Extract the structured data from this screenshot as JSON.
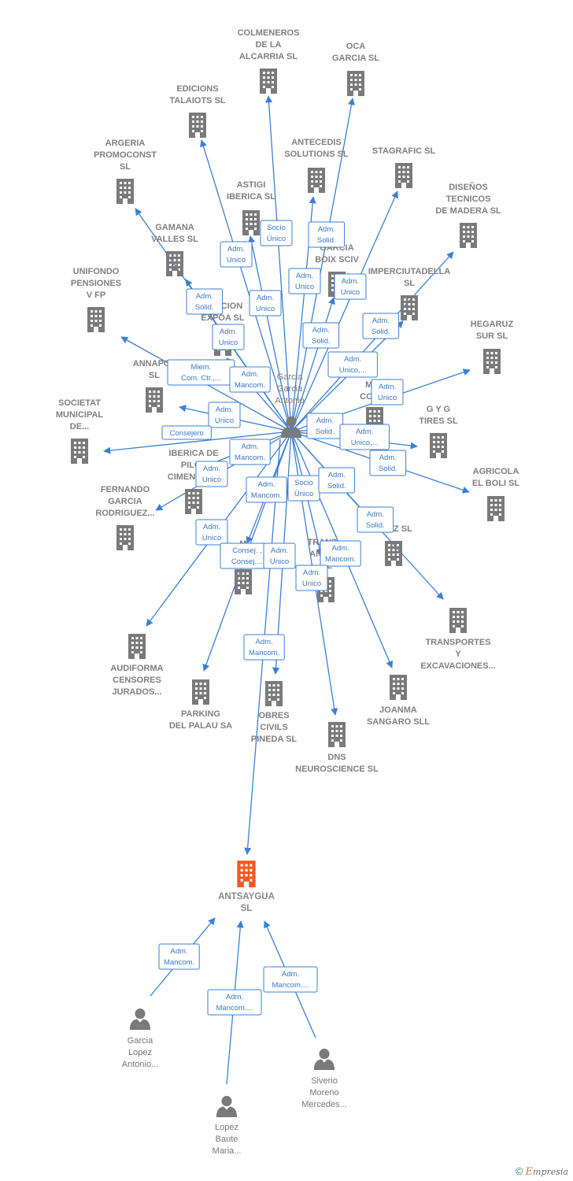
{
  "colors": {
    "edge": "#3b80d8",
    "building": "#7a7a7a",
    "target": "#f05a22",
    "person": "#7a7a7a",
    "label": "#808080"
  },
  "center": {
    "label": [
      "Garcia",
      "Garcia",
      "Antonio"
    ]
  },
  "target": {
    "label": [
      "ANTSAYGUA",
      "SL"
    ],
    "icon": "building-icon"
  },
  "companies": [
    {
      "id": "colmeneros",
      "label": [
        "COLMENEROS",
        "DE LA",
        "ALCARRIA  SL"
      ]
    },
    {
      "id": "oca",
      "label": [
        "OCA",
        "GARCIA  SL"
      ]
    },
    {
      "id": "edicions",
      "label": [
        "EDICIONS",
        "TALAIOTS SL"
      ]
    },
    {
      "id": "argeria",
      "label": [
        "ARGERIA",
        "PROMOCONST",
        "SL"
      ]
    },
    {
      "id": "antecedis",
      "label": [
        "ANTECEDIS",
        "SOLUTIONS SL"
      ]
    },
    {
      "id": "stagrafic",
      "label": [
        "STAGRAFIC  SL"
      ]
    },
    {
      "id": "disenos",
      "label": [
        "DISEÑOS",
        "TECNICOS",
        "DE MADERA SL"
      ]
    },
    {
      "id": "astigi",
      "label": [
        "ASTIGI",
        "IBERICA SL"
      ]
    },
    {
      "id": "gamana",
      "label": [
        "GAMANA",
        "VALLES SL"
      ]
    },
    {
      "id": "garcia_boix",
      "label": [
        "GARCIA",
        "BOIX SCIV"
      ]
    },
    {
      "id": "imperciutadella",
      "label": [
        "IMPERCIUTADELLA",
        "SL"
      ]
    },
    {
      "id": "unifondo",
      "label": [
        "UNIFONDO",
        "PENSIONES",
        "V FP"
      ]
    },
    {
      "id": "promocion",
      "label": [
        "P...ACION",
        "EXPOA SL"
      ]
    },
    {
      "id": "hegaruz",
      "label": [
        "HEGARUZ",
        "SUR  SL"
      ]
    },
    {
      "id": "annapol",
      "label": [
        "ANNAPOL",
        "SL"
      ]
    },
    {
      "id": "mi_costa",
      "label": [
        "MI O",
        "COSTA"
      ]
    },
    {
      "id": "gyg",
      "label": [
        "G Y G",
        "TIRES SL"
      ]
    },
    {
      "id": "societat",
      "label": [
        "SOCIETAT",
        "MUNICIPAL",
        "DE..."
      ]
    },
    {
      "id": "iberica_pilot",
      "label": [
        "IBERICA DE",
        "PILOT",
        "CIMENTAC..."
      ]
    },
    {
      "id": "agricola",
      "label": [
        "AGRICOLA",
        "EL BOLI  SL"
      ]
    },
    {
      "id": "fernando",
      "label": [
        "FERNANDO",
        "GARCIA",
        "RODRIGUEZ..."
      ]
    },
    {
      "id": "lopez",
      "label": [
        "...PEZ  SL"
      ]
    },
    {
      "id": "m_company",
      "label": [
        "M"
      ]
    },
    {
      "id": "transportes_anga",
      "label": [
        "TRANS...",
        "ANGA...",
        "...L"
      ]
    },
    {
      "id": "transportes_exc",
      "label": [
        "TRANSPORTES",
        "Y",
        "EXCAVACIONES..."
      ]
    },
    {
      "id": "audiforma",
      "label": [
        "AUDIFORMA",
        "CENSORES",
        "JURADOS..."
      ]
    },
    {
      "id": "joanma",
      "label": [
        "JOANMA",
        "SANGARO SLL"
      ]
    },
    {
      "id": "parking",
      "label": [
        "PARKING",
        "DEL PALAU SA"
      ]
    },
    {
      "id": "obres",
      "label": [
        "OBRES",
        "CIVILS",
        "PINEDA SL"
      ]
    },
    {
      "id": "dns",
      "label": [
        "DNS",
        "NEUROSCIENCE SL"
      ]
    }
  ],
  "people": [
    {
      "id": "garcia_lopez",
      "label": [
        "Garcia",
        "Lopez",
        "Antonio..."
      ]
    },
    {
      "id": "lopez_baute",
      "label": [
        "Lopez",
        "Baute",
        "Maria..."
      ]
    },
    {
      "id": "siverio",
      "label": [
        "Siverio",
        "Moreno",
        "Mercedes..."
      ]
    }
  ],
  "badges": [
    {
      "id": "b1",
      "lines": [
        "Socio",
        "Único"
      ]
    },
    {
      "id": "b2",
      "lines": [
        "Adm.",
        "Unico"
      ]
    },
    {
      "id": "b3",
      "lines": [
        "Adm.",
        "Solid."
      ]
    },
    {
      "id": "b4",
      "lines": [
        "Adm.",
        "Unico"
      ]
    },
    {
      "id": "b5",
      "lines": [
        "Adm.",
        "Unico"
      ]
    },
    {
      "id": "b6",
      "lines": [
        "Adm.",
        "Unico"
      ]
    },
    {
      "id": "b7",
      "lines": [
        "Adm.",
        "Solid."
      ]
    },
    {
      "id": "b8",
      "lines": [
        "Adm.",
        "Solid."
      ]
    },
    {
      "id": "b9",
      "lines": [
        "Adm.",
        "Unico"
      ]
    },
    {
      "id": "b10",
      "lines": [
        "Adm.",
        "Solid."
      ]
    },
    {
      "id": "b11",
      "lines": [
        "Miem.",
        "Com. Ctr.,..."
      ]
    },
    {
      "id": "b12",
      "lines": [
        "Adm.",
        "Mancom."
      ]
    },
    {
      "id": "b13",
      "lines": [
        "Adm.",
        "Unico,..."
      ]
    },
    {
      "id": "b14",
      "lines": [
        "Adm.",
        "Unico"
      ]
    },
    {
      "id": "b15",
      "lines": [
        "Adm.",
        "Unico"
      ]
    },
    {
      "id": "b16",
      "lines": [
        "Consejero"
      ]
    },
    {
      "id": "b17",
      "lines": [
        "Adm.",
        "Solid."
      ]
    },
    {
      "id": "b18",
      "lines": [
        "Adm.",
        "Unico,..."
      ]
    },
    {
      "id": "b19",
      "lines": [
        "Adm.",
        "Mancom."
      ]
    },
    {
      "id": "b20",
      "lines": [
        "Adm.",
        "Solid."
      ]
    },
    {
      "id": "b21",
      "lines": [
        "Adm.",
        "Unico"
      ]
    },
    {
      "id": "b22",
      "lines": [
        "Adm.",
        "Mancom."
      ]
    },
    {
      "id": "b23",
      "lines": [
        "Socio",
        "Único"
      ]
    },
    {
      "id": "b24",
      "lines": [
        "Adm.",
        "Solid."
      ]
    },
    {
      "id": "b25",
      "lines": [
        "Adm.",
        "Solid."
      ]
    },
    {
      "id": "b26",
      "lines": [
        "Adm.",
        "Unico"
      ]
    },
    {
      "id": "b27",
      "lines": [
        "Consej. ,",
        "Consej...."
      ]
    },
    {
      "id": "b28",
      "lines": [
        "Adm.",
        "Unico"
      ]
    },
    {
      "id": "b29",
      "lines": [
        "Adm.",
        "Mancom."
      ]
    },
    {
      "id": "b30",
      "lines": [
        "Adm.",
        "Unico"
      ]
    },
    {
      "id": "b31",
      "lines": [
        "Adm.",
        "Mancom."
      ]
    },
    {
      "id": "b32",
      "lines": [
        "Adm.",
        "Mancom."
      ]
    },
    {
      "id": "b33",
      "lines": [
        "Adm.",
        "Mancom...."
      ]
    },
    {
      "id": "b34",
      "lines": [
        "Adm.",
        "Mancom...."
      ]
    }
  ],
  "footer": {
    "copyright": "©",
    "brand_initial": "E",
    "brand_rest": "mpresia"
  }
}
